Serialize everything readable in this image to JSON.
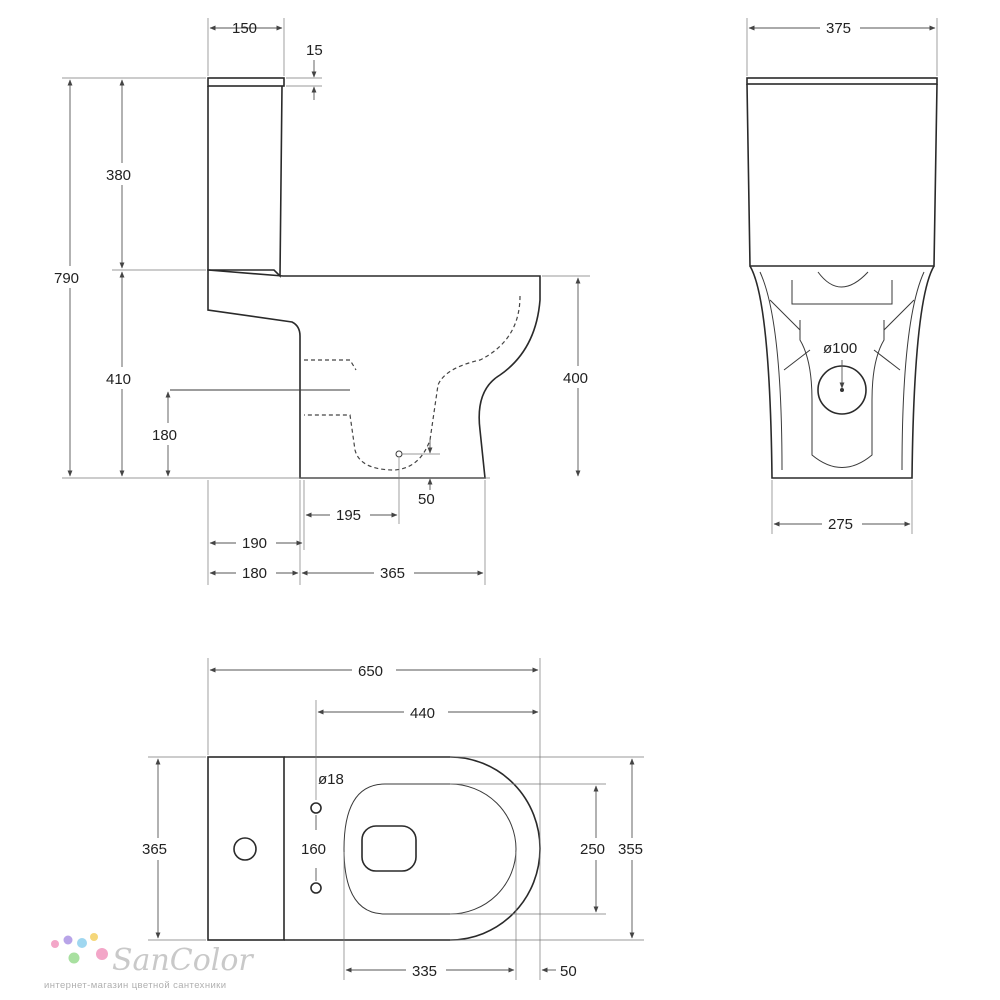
{
  "side_view": {
    "dims": {
      "tank_depth": "150",
      "lid": "15",
      "tank_height": "380",
      "total_height": "790",
      "bowl_height": "410",
      "inlet_height": "180",
      "bowl_front": "400",
      "outlet_dist": "195",
      "outlet_size": "50",
      "wall_190": "190",
      "wall_180": "180",
      "base_len": "365"
    }
  },
  "front_view": {
    "dims": {
      "top_width": "375",
      "outlet_dia": "ø100",
      "base_width": "275"
    }
  },
  "top_view": {
    "dims": {
      "total_len": "650",
      "bowl_len": "440",
      "hole_dia": "ø18",
      "hole_spacing": "160",
      "tank_width": "365",
      "seat_width": "250",
      "bowl_width": "355",
      "seat_len": "335",
      "front_gap": "50"
    }
  },
  "logo": {
    "brand": "SanColor",
    "tagline": "интернет-магазин цветной сантехники",
    "dot_colors": [
      "#f3a6c8",
      "#b8a4e8",
      "#9fd7f0",
      "#f5d77a",
      "#a8e0a0"
    ]
  }
}
